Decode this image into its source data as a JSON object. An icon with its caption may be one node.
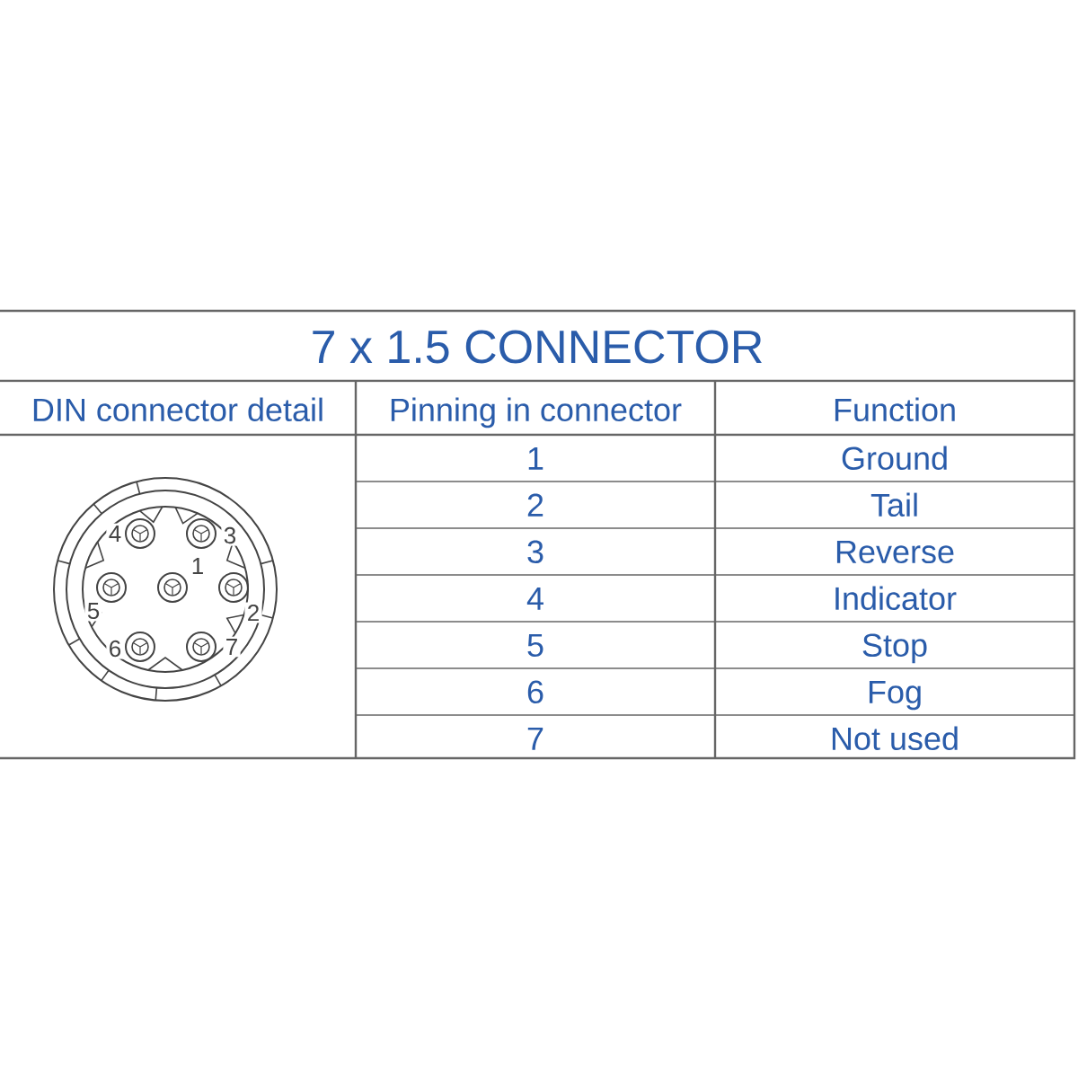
{
  "diagram": {
    "title": "7 x 1.5 CONNECTOR",
    "labels": [
      "DIN connector detail",
      "Pinning in connector",
      "Function",
      "1",
      "Ground",
      "2",
      "Tail",
      "3",
      "Reverse",
      "4",
      "Indicator",
      "5",
      "Stop",
      "6",
      "Fog",
      "7",
      "Not used",
      "4",
      "3",
      "1",
      "5",
      "2",
      "6",
      "7"
    ]
  }
}
